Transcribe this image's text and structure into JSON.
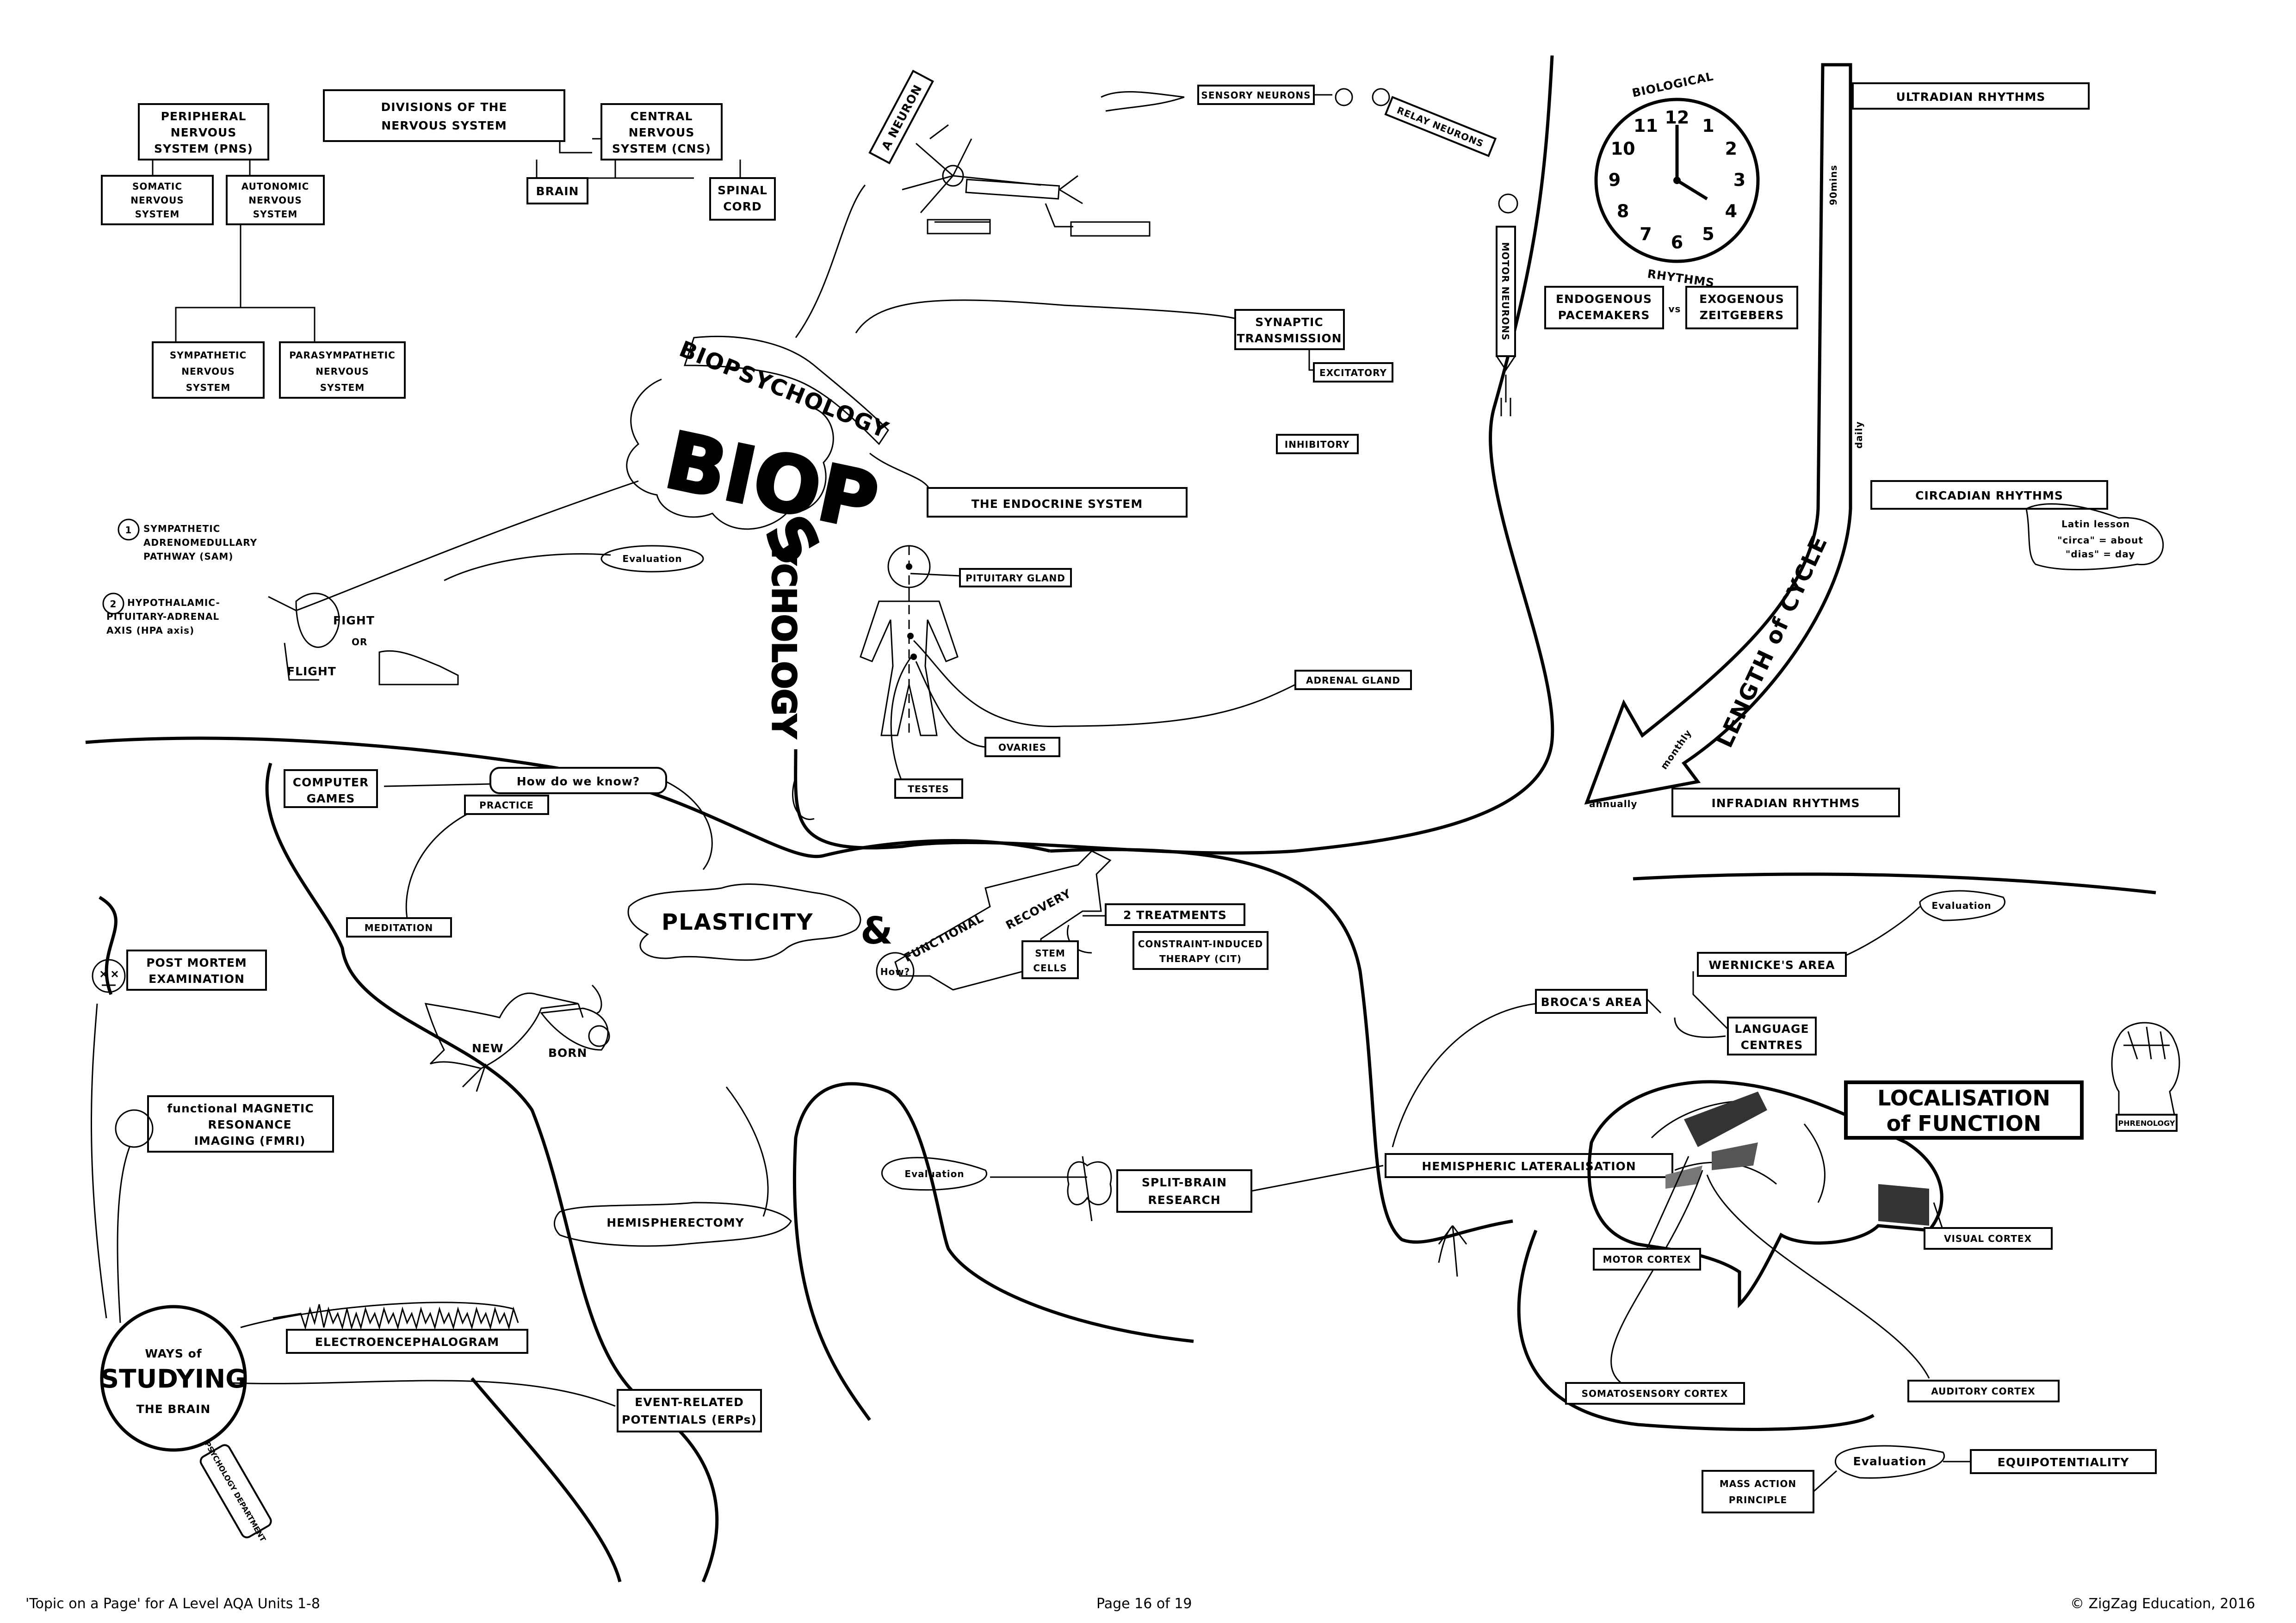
{
  "nervous_system": {
    "title_1": "DIVISIONS OF THE",
    "title_2": "NERVOUS SYSTEM",
    "pns": [
      "PERIPHERAL",
      "NERVOUS",
      "SYSTEM (PNS)"
    ],
    "cns": [
      "CENTRAL",
      "NERVOUS",
      "SYSTEM (CNS)"
    ],
    "somatic": [
      "SOMATIC",
      "NERVOUS",
      "SYSTEM"
    ],
    "autonomic": [
      "AUTONOMIC",
      "NERVOUS",
      "SYSTEM"
    ],
    "brain": "BRAIN",
    "spinal": [
      "SPINAL",
      "CORD"
    ],
    "sympathetic": [
      "SYMPATHETIC",
      "NERVOUS",
      "SYSTEM"
    ],
    "parasympathetic": [
      "PARASYMPATHETIC",
      "NERVOUS",
      "SYSTEM"
    ]
  },
  "neurons": {
    "a_neuron": "A NEURON",
    "sensory": "SENSORY NEURONS",
    "relay": "RELAY NEURONS",
    "motor": "MOTOR NEURONS"
  },
  "centre": {
    "biopsychology": "BIOPSYCHOLOGY",
    "biop": "BIOP",
    "s": "S",
    "ychology": "YCHOLOGY"
  },
  "synaptic": {
    "title": [
      "SYNAPTIC",
      "TRANSMISSION"
    ],
    "excitatory": "EXCITATORY",
    "inhibitory": "INHIBITORY"
  },
  "endocrine": {
    "title": "THE ENDOCRINE SYSTEM",
    "pituitary": "PITUITARY GLAND",
    "adrenal": "ADRENAL GLAND",
    "ovaries": "OVARIES",
    "testes": "TESTES"
  },
  "fight_flight": {
    "path1_num": "1",
    "path1": [
      "SYMPATHETIC",
      "ADRENOMEDULLARY",
      "PATHWAY (SAM)"
    ],
    "path2_num": "2",
    "path2": [
      "HYPOTHALAMIC-",
      "PITUITARY-ADRENAL",
      "AXIS (HPA axis)"
    ],
    "evaluation": "Evaluation",
    "fight": "FIGHT",
    "or": "OR",
    "flight": "FLIGHT"
  },
  "rhythms": {
    "clock_word_1": "BIOLOGICAL",
    "clock_word_2": "RHYTHMS",
    "clock_numbers": [
      "12",
      "1",
      "2",
      "3",
      "4",
      "5",
      "6",
      "7",
      "8",
      "9",
      "10",
      "11"
    ],
    "endogenous": [
      "ENDOGENOUS",
      "PACEMAKERS"
    ],
    "vs": "vs",
    "exogenous": [
      "EXOGENOUS",
      "ZEITGEBERS"
    ],
    "ultradian": "ULTRADIAN RHYTHMS",
    "ninety_mins": "90mins",
    "circadian": "CIRCADIAN RHYTHMS",
    "latin": [
      "Latin lesson",
      "\"circa\" = about",
      "\"dias\" = day"
    ],
    "length_of_cycle": "LENGTH of CYCLE",
    "daily": "daily",
    "monthly": "monthly",
    "annually": "annually",
    "infradian": "INFRADIAN RHYTHMS"
  },
  "plasticity": {
    "computer_games": [
      "COMPUTER",
      "GAMES"
    ],
    "how_do_we_know": "How do we know?",
    "practice": "PRACTICE",
    "meditation": "MEDITATION",
    "plasticity": "PLASTICITY",
    "ampersand": "&",
    "functional": "FUNCTIONAL",
    "recovery": "RECOVERY",
    "how": "How?",
    "two_treatments": "2 TREATMENTS",
    "stem_cells": [
      "STEM",
      "CELLS"
    ],
    "cit": [
      "CONSTRAINT-INDUCED",
      "THERAPY (CIT)"
    ],
    "new": "NEW",
    "born": "BORN",
    "hemispherectomy": "HEMISPHERECTOMY"
  },
  "studying": {
    "post_mortem": [
      "POST MORTEM",
      "EXAMINATION"
    ],
    "fmri": [
      "functional MAGNETIC",
      "RESONANCE",
      "IMAGING (FMRI)"
    ],
    "eeg": "ELECTROENCEPHALOGRAM",
    "erp": [
      "EVENT-RELATED",
      "POTENTIALS (ERPs)"
    ],
    "ways_of": "WAYS of",
    "studying": "STUDYING",
    "the_brain": "THE BRAIN",
    "handle": "PSYCHOLOGY DEPARTMENT"
  },
  "split_brain": {
    "evaluation": "Evaluation",
    "split_brain": [
      "SPLIT-BRAIN",
      "RESEARCH"
    ],
    "hemispheric": "HEMISPHERIC LATERALISATION"
  },
  "localisation": {
    "evaluation_top": "Evaluation",
    "wernicke": "WERNICKE'S AREA",
    "broca": "BROCA'S AREA",
    "language": [
      "LANGUAGE",
      "CENTRES"
    ],
    "title": [
      "LOCALISATION",
      "of FUNCTION"
    ],
    "phrenology": "PHRENOLOGY",
    "motor_cortex": "MOTOR CORTEX",
    "visual_cortex": "VISUAL CORTEX",
    "somatosensory": "SOMATOSENSORY CORTEX",
    "auditory": "AUDITORY CORTEX",
    "mass_action": [
      "MASS ACTION",
      "PRINCIPLE"
    ],
    "evaluation_bottom": "Evaluation",
    "equipotentiality": "EQUIPOTENTIALITY"
  },
  "footer": {
    "left": "'Topic on a Page' for A Level AQA Units 1-8",
    "center": "Page 16 of 19",
    "right": "© ZigZag Education, 2016"
  }
}
